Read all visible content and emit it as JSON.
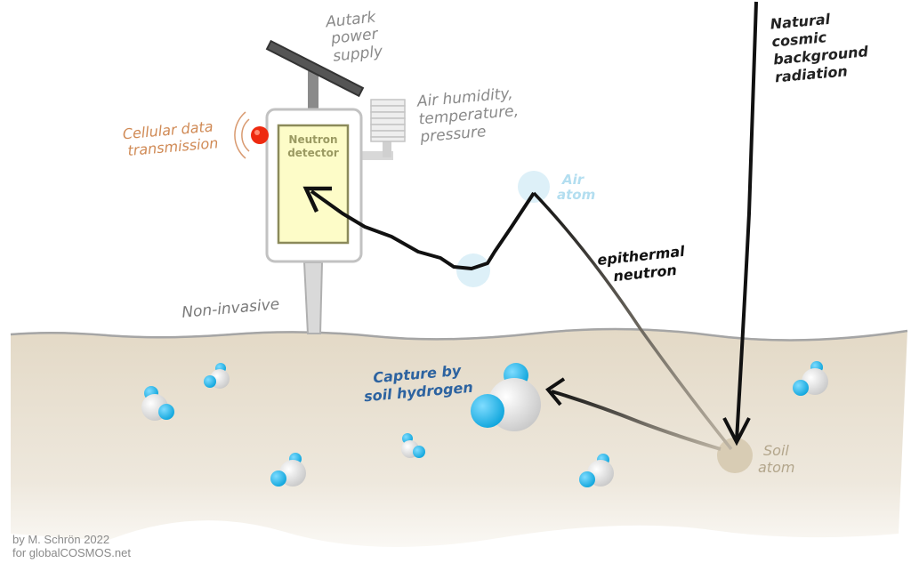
{
  "labels": {
    "power": [
      "Autark",
      "power",
      "supply"
    ],
    "sensors": [
      "Air humidity,",
      "temperature,",
      "pressure"
    ],
    "cellular": [
      "Cellular data",
      "transmission"
    ],
    "detector": [
      "Neutron",
      "detector"
    ],
    "non_invasive": "Non-invasive",
    "air_atom": [
      "Air",
      "atom"
    ],
    "epithermal": [
      "epithermal",
      "neutron"
    ],
    "cosmic": [
      "Natural",
      "cosmic",
      "background",
      "radiation"
    ],
    "capture": [
      "Capture by",
      "soil hydrogen"
    ],
    "soil_atom": [
      "Soil",
      "atom"
    ]
  },
  "credit": [
    "by M. Schrön 2022",
    "for globalCOSMOS.net"
  ],
  "colors": {
    "soil": "#e6dccb",
    "water_blue": "#1fb3e6",
    "detector_fill": "#fdfcc8",
    "cellular_text": "#d08a55",
    "capture_text": "#2d63a0",
    "air_atom": "#d6eef8",
    "gray_text": "#8a8a8a"
  }
}
